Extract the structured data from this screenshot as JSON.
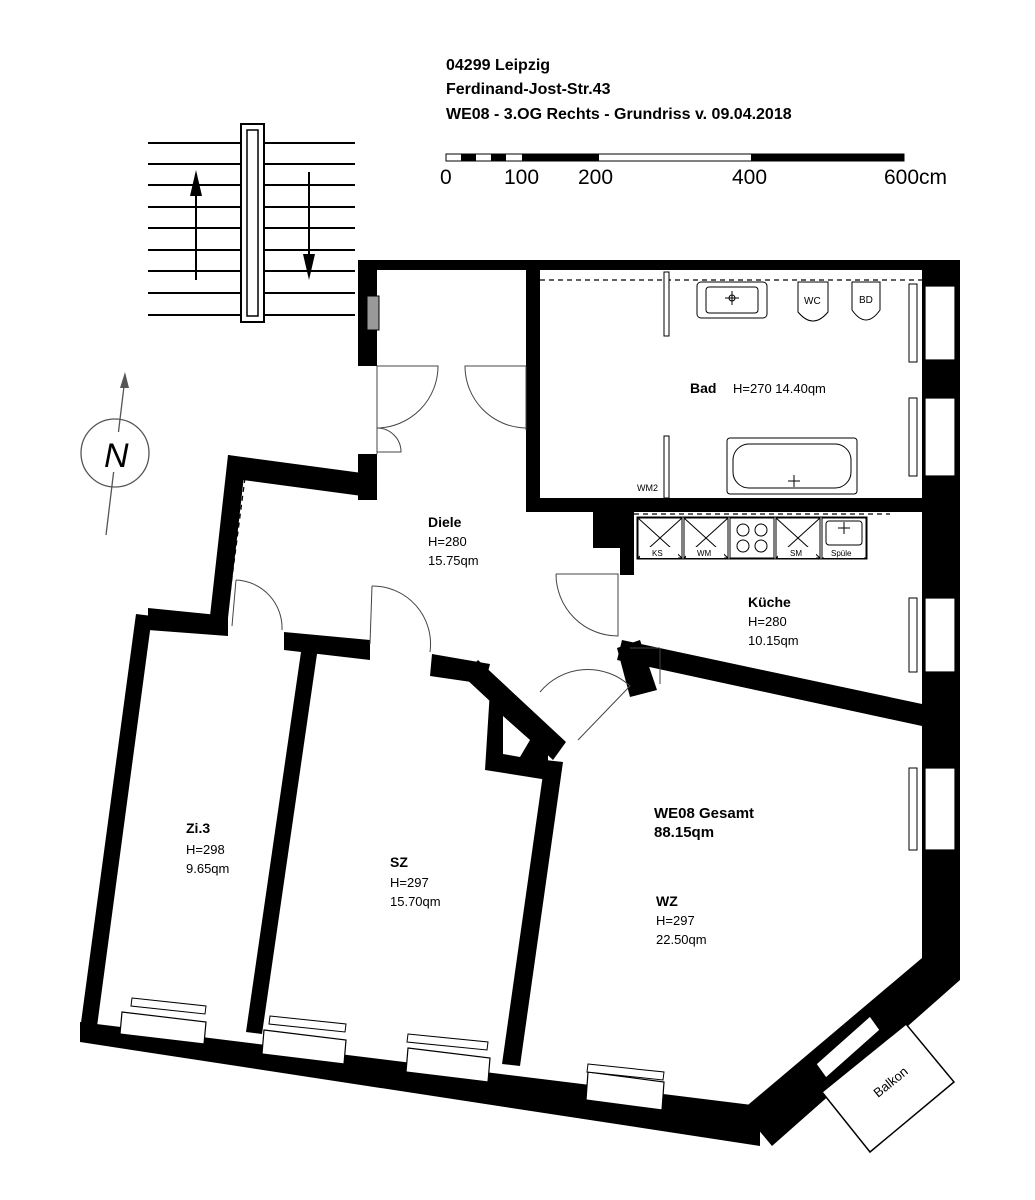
{
  "header": {
    "line1": "04299 Leipzig",
    "line2": "Ferdinand-Jost-Str.43",
    "line3": "WE08 - 3.OG Rechts - Grundriss v. 09.04.2018"
  },
  "scale": {
    "ticks": [
      "0",
      "100",
      "200",
      "400",
      "600cm"
    ]
  },
  "compass": {
    "label": "N"
  },
  "rooms": {
    "bad": {
      "name": "Bad",
      "info": "H=270  14.40qm"
    },
    "diele": {
      "name": "Diele",
      "height": "H=280",
      "area": "15.75qm"
    },
    "kueche": {
      "name": "Küche",
      "height": "H=280",
      "area": "10.15qm"
    },
    "zi3": {
      "name": "Zi.3",
      "height": "H=298",
      "area": "9.65qm"
    },
    "sz": {
      "name": "SZ",
      "height": "H=297",
      "area": "15.70qm"
    },
    "wz": {
      "name": "WZ",
      "height": "H=297",
      "area": "22.50qm"
    },
    "balkon": {
      "name": "Balkon"
    }
  },
  "total": {
    "label": "WE08 Gesamt",
    "area": "88.15qm"
  },
  "fixtures": {
    "wc": "WC",
    "bd": "BD",
    "wm2": "WM2",
    "ks": "KS",
    "wm": "WM",
    "sm": "SM",
    "spuele": "Spüle"
  }
}
